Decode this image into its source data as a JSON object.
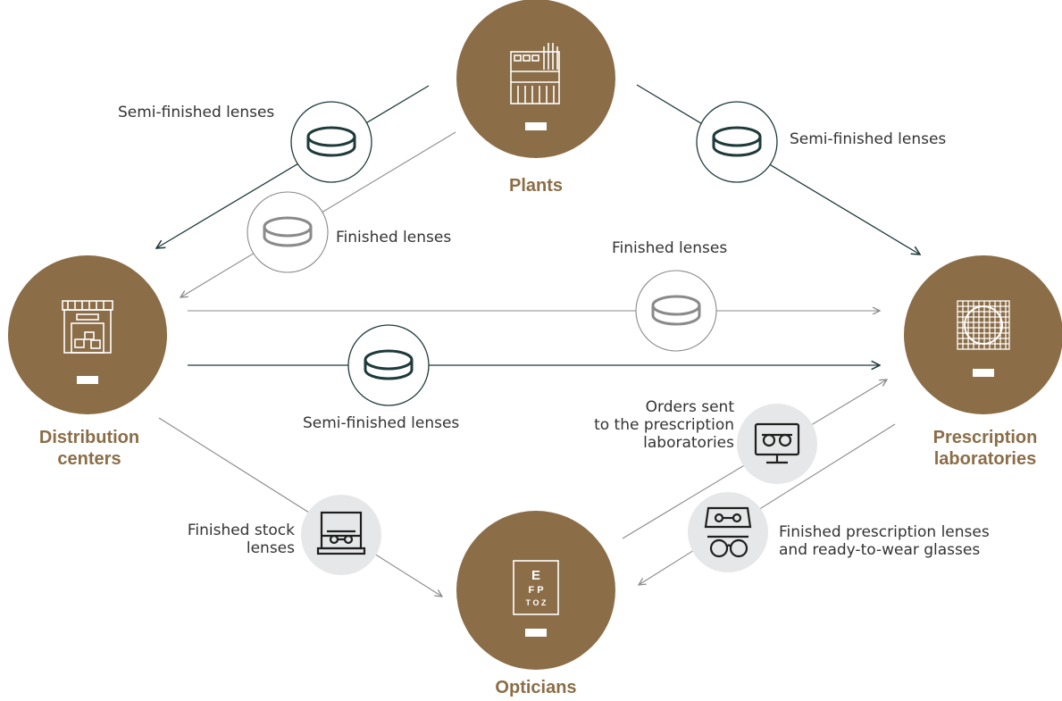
{
  "colors": {
    "node_fill": "#8b6d47",
    "dark_line": "#1e3a3a",
    "gray_line": "#8a8a8a",
    "gray_badge": "#e6e7e8",
    "text": "#333333"
  },
  "nodes": {
    "plants": {
      "label": "Plants",
      "icon": "factory-icon"
    },
    "distribution": {
      "label_line1": "Distribution",
      "label_line2": "centers",
      "icon": "warehouse-icon"
    },
    "labs": {
      "label_line1": "Prescription",
      "label_line2": "laboratories",
      "icon": "lens-grid-icon"
    },
    "opticians": {
      "label": "Opticians",
      "icon": "eye-chart-icon"
    }
  },
  "edges": {
    "plants_to_distribution_semi": "Semi-finished lenses",
    "plants_to_distribution_finished": "Finished lenses",
    "plants_to_labs_semi": "Semi-finished lenses",
    "distribution_to_labs_finished": "Finished lenses",
    "distribution_to_labs_semi": "Semi-finished lenses",
    "opticians_to_labs_orders_line1": "Orders sent",
    "opticians_to_labs_orders_line2": "to the prescription",
    "opticians_to_labs_orders_line3": "laboratories",
    "labs_to_opticians_line1": "Finished prescription lenses",
    "labs_to_opticians_line2": "and ready-to-wear glasses",
    "distribution_to_opticians_line1": "Finished stock",
    "distribution_to_opticians_line2": "lenses"
  },
  "icons": {
    "semi_lens": "semi-finished-lens-icon",
    "finished_lens": "finished-lens-icon",
    "monitor_glasses": "monitor-glasses-icon",
    "tray_glasses": "glasses-tray-icon",
    "stock_tray": "stock-tray-icon"
  },
  "eye_chart": {
    "row1": "E",
    "row2": "F P",
    "row3": "T O Z"
  }
}
